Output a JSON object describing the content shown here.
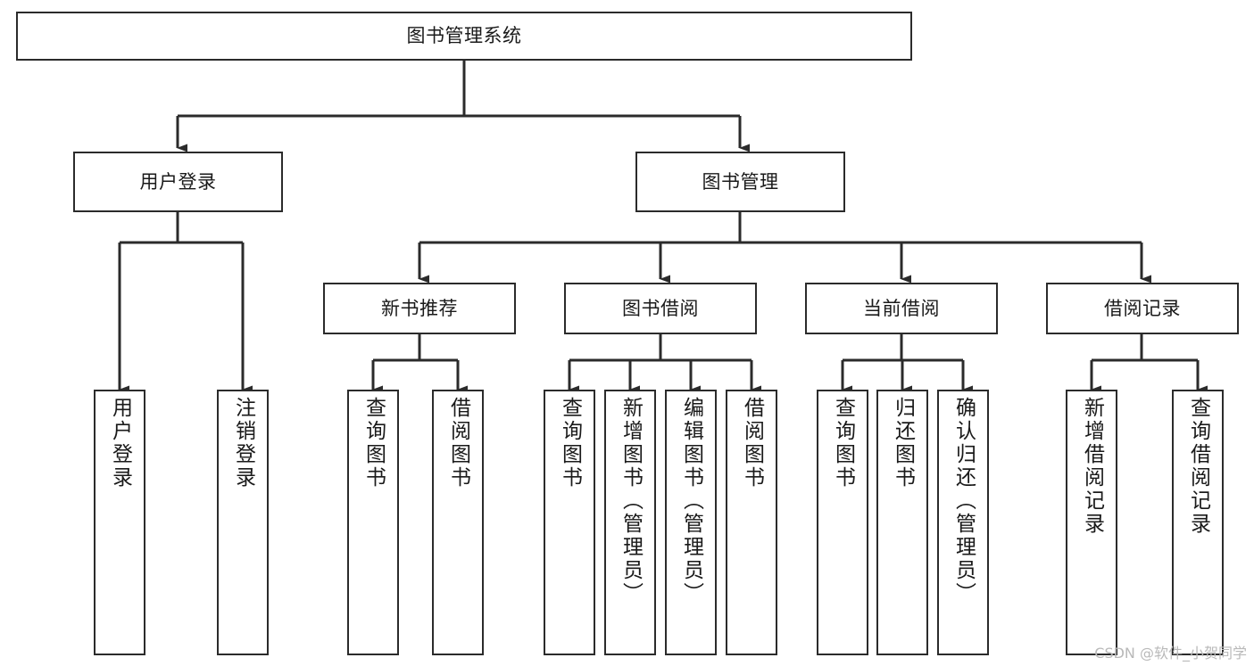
{
  "diagram": {
    "title": "图书管理系统",
    "type": "tree",
    "orientation": "top-down",
    "colors": {
      "box_border": "#2b2b2b",
      "box_fill": "#ffffff",
      "connector": "#2b2b2b",
      "text": "#1a1a1a",
      "watermark": "#b9b9b9",
      "background": "#ffffff"
    },
    "watermark": "CSDN @软件_小贺同学",
    "nodes": {
      "root": {
        "label": "图书管理系统",
        "level": 1
      },
      "level2": [
        {
          "id": "user-login",
          "label": "用户登录"
        },
        {
          "id": "book-manage",
          "label": "图书管理"
        }
      ],
      "level3": [
        {
          "id": "new-book-recommend",
          "label": "新书推荐",
          "parent": "book-manage"
        },
        {
          "id": "book-borrow",
          "label": "图书借阅",
          "parent": "book-manage"
        },
        {
          "id": "current-borrow",
          "label": "当前借阅",
          "parent": "book-manage"
        },
        {
          "id": "borrow-record",
          "label": "借阅记录",
          "parent": "book-manage"
        }
      ],
      "leaves": [
        {
          "id": "leaf-user-login",
          "label": "用户登录",
          "parent": "user-login"
        },
        {
          "id": "leaf-user-logout",
          "label": "注销登录",
          "parent": "user-login"
        },
        {
          "id": "leaf-query-book-1",
          "label": "查询图书",
          "parent": "new-book-recommend"
        },
        {
          "id": "leaf-borrow-book-1",
          "label": "借阅图书",
          "parent": "new-book-recommend"
        },
        {
          "id": "leaf-query-book-2",
          "label": "查询图书",
          "parent": "book-borrow"
        },
        {
          "id": "leaf-add-book",
          "label": "新增图书（管理员）",
          "parent": "book-borrow"
        },
        {
          "id": "leaf-edit-book",
          "label": "编辑图书（管理员）",
          "parent": "book-borrow"
        },
        {
          "id": "leaf-borrow-book-2",
          "label": "借阅图书",
          "parent": "book-borrow"
        },
        {
          "id": "leaf-query-book-3",
          "label": "查询图书",
          "parent": "current-borrow"
        },
        {
          "id": "leaf-return-book",
          "label": "归还图书",
          "parent": "current-borrow"
        },
        {
          "id": "leaf-confirm-return",
          "label": "确认归还（管理员）",
          "parent": "current-borrow"
        },
        {
          "id": "leaf-add-record",
          "label": "新增借阅记录",
          "parent": "borrow-record"
        },
        {
          "id": "leaf-query-record",
          "label": "查询借阅记录",
          "parent": "borrow-record"
        }
      ]
    }
  }
}
